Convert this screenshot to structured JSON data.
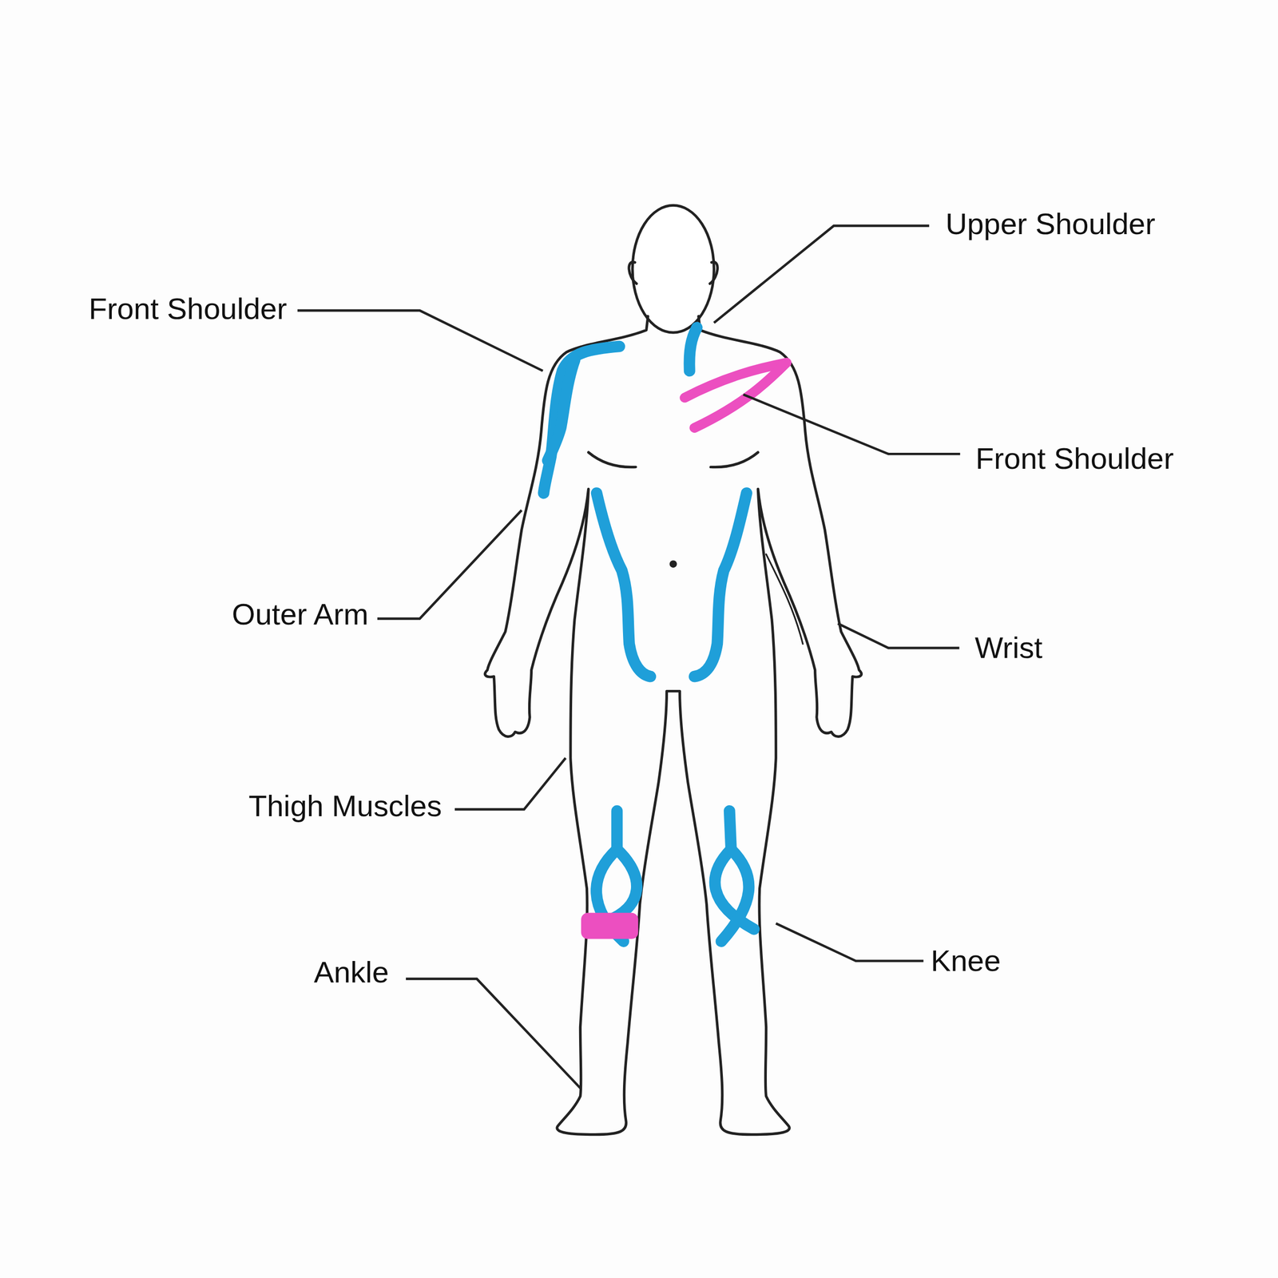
{
  "diagram": {
    "labels": [
      "Upper Shoulder",
      "Front Shoulder",
      "Front Shoulder",
      "Outer Arm",
      "Wrist",
      "Thigh Muscles",
      "Knee",
      "Ankle"
    ]
  }
}
